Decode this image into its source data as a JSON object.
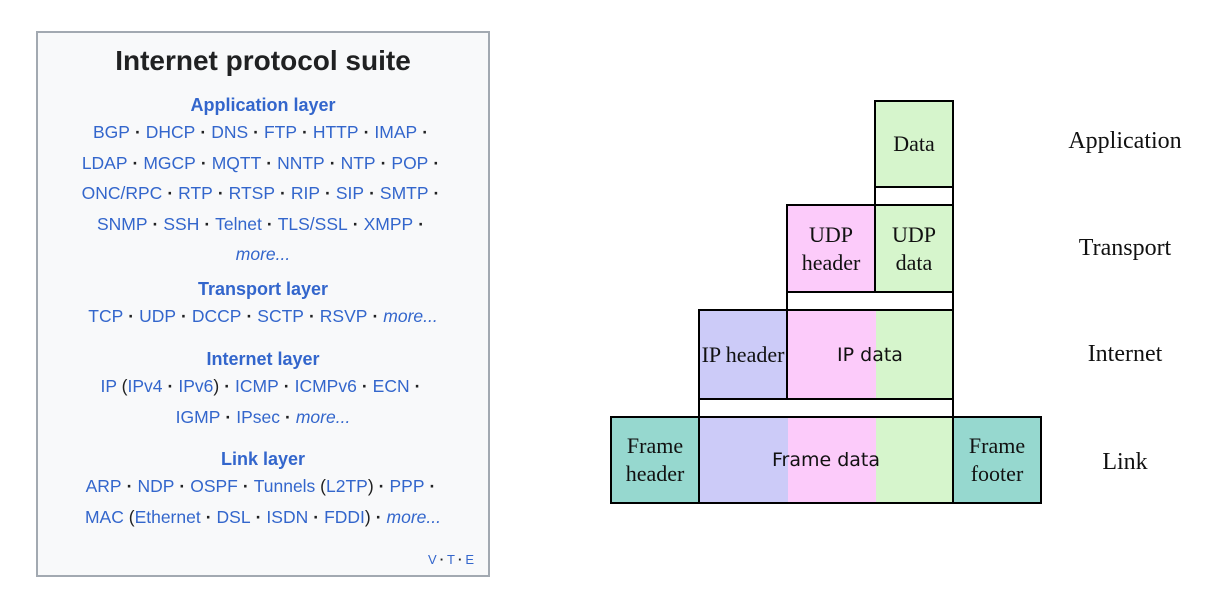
{
  "navbox": {
    "title": "Internet protocol suite",
    "sections": [
      {
        "heading": "Application layer",
        "lines": [
          [
            {
              "t": "link",
              "v": "BGP"
            },
            {
              "t": "sep"
            },
            {
              "t": "link",
              "v": "DHCP"
            },
            {
              "t": "sep"
            },
            {
              "t": "link",
              "v": "DNS"
            },
            {
              "t": "sep"
            },
            {
              "t": "link",
              "v": "FTP"
            },
            {
              "t": "sep"
            },
            {
              "t": "link",
              "v": "HTTP"
            },
            {
              "t": "sep"
            },
            {
              "t": "link",
              "v": "IMAP"
            },
            {
              "t": "sep"
            }
          ],
          [
            {
              "t": "link",
              "v": "LDAP"
            },
            {
              "t": "sep"
            },
            {
              "t": "link",
              "v": "MGCP"
            },
            {
              "t": "sep"
            },
            {
              "t": "link",
              "v": "MQTT"
            },
            {
              "t": "sep"
            },
            {
              "t": "link",
              "v": "NNTP"
            },
            {
              "t": "sep"
            },
            {
              "t": "link",
              "v": "NTP"
            },
            {
              "t": "sep"
            },
            {
              "t": "link",
              "v": "POP"
            },
            {
              "t": "sep"
            }
          ],
          [
            {
              "t": "link",
              "v": "ONC/RPC"
            },
            {
              "t": "sep"
            },
            {
              "t": "link",
              "v": "RTP"
            },
            {
              "t": "sep"
            },
            {
              "t": "link",
              "v": "RTSP"
            },
            {
              "t": "sep"
            },
            {
              "t": "link",
              "v": "RIP"
            },
            {
              "t": "sep"
            },
            {
              "t": "link",
              "v": "SIP"
            },
            {
              "t": "sep"
            },
            {
              "t": "link",
              "v": "SMTP"
            },
            {
              "t": "sep"
            }
          ],
          [
            {
              "t": "link",
              "v": "SNMP"
            },
            {
              "t": "sep"
            },
            {
              "t": "link",
              "v": "SSH"
            },
            {
              "t": "sep"
            },
            {
              "t": "link",
              "v": "Telnet"
            },
            {
              "t": "sep"
            },
            {
              "t": "link",
              "v": "TLS/SSL"
            },
            {
              "t": "sep"
            },
            {
              "t": "link",
              "v": "XMPP"
            },
            {
              "t": "sep"
            }
          ],
          [
            {
              "t": "more",
              "v": "more..."
            }
          ]
        ]
      },
      {
        "heading": "Transport layer",
        "lines": [
          [
            {
              "t": "link",
              "v": "TCP"
            },
            {
              "t": "sep"
            },
            {
              "t": "link",
              "v": "UDP"
            },
            {
              "t": "sep"
            },
            {
              "t": "link",
              "v": "DCCP"
            },
            {
              "t": "sep"
            },
            {
              "t": "link",
              "v": "SCTP"
            },
            {
              "t": "sep"
            },
            {
              "t": "link",
              "v": "RSVP"
            },
            {
              "t": "sep"
            },
            {
              "t": "more",
              "v": "more..."
            }
          ]
        ]
      },
      {
        "heading": "Internet layer",
        "lines": [
          [
            {
              "t": "link",
              "v": "IP"
            },
            {
              "t": "text",
              "v": " ("
            },
            {
              "t": "link",
              "v": "IPv4"
            },
            {
              "t": "sep"
            },
            {
              "t": "link",
              "v": "IPv6"
            },
            {
              "t": "text",
              "v": ")"
            },
            {
              "t": "sep"
            },
            {
              "t": "link",
              "v": "ICMP"
            },
            {
              "t": "sep"
            },
            {
              "t": "link",
              "v": "ICMPv6"
            },
            {
              "t": "sep"
            },
            {
              "t": "link",
              "v": "ECN"
            },
            {
              "t": "sep"
            }
          ],
          [
            {
              "t": "link",
              "v": "IGMP"
            },
            {
              "t": "sep"
            },
            {
              "t": "link",
              "v": "IPsec"
            },
            {
              "t": "sep"
            },
            {
              "t": "more",
              "v": "more..."
            }
          ]
        ]
      },
      {
        "heading": "Link layer",
        "lines": [
          [
            {
              "t": "link",
              "v": "ARP"
            },
            {
              "t": "sep"
            },
            {
              "t": "link",
              "v": "NDP"
            },
            {
              "t": "sep"
            },
            {
              "t": "link",
              "v": "OSPF"
            },
            {
              "t": "sep"
            },
            {
              "t": "link",
              "v": "Tunnels"
            },
            {
              "t": "text",
              "v": " ("
            },
            {
              "t": "link",
              "v": "L2TP"
            },
            {
              "t": "text",
              "v": ")"
            },
            {
              "t": "sep"
            },
            {
              "t": "link",
              "v": "PPP"
            },
            {
              "t": "sep"
            }
          ],
          [
            {
              "t": "link",
              "v": "MAC"
            },
            {
              "t": "text",
              "v": " ("
            },
            {
              "t": "link",
              "v": "Ethernet"
            },
            {
              "t": "sep"
            },
            {
              "t": "link",
              "v": "DSL"
            },
            {
              "t": "sep"
            },
            {
              "t": "link",
              "v": "ISDN"
            },
            {
              "t": "sep"
            },
            {
              "t": "link",
              "v": "FDDI"
            },
            {
              "t": "text",
              "v": ")"
            },
            {
              "t": "sep"
            },
            {
              "t": "more",
              "v": "more..."
            }
          ]
        ]
      }
    ],
    "separator": "·",
    "vte": {
      "v": "V",
      "t": "T",
      "e": "E",
      "dot": "·"
    }
  },
  "diagram": {
    "layers": {
      "application": "Application",
      "transport": "Transport",
      "internet": "Internet",
      "link": "Link"
    },
    "blocks": {
      "data": "Data",
      "udp_header": "UDP header",
      "udp_data": "UDP data",
      "ip_header": "IP header",
      "ip_data": "IP data",
      "frame_header": "Frame header",
      "frame_data": "Frame data",
      "frame_footer": "Frame footer"
    },
    "colors": {
      "data": "#d6f5cc",
      "udp": "#fccbfa",
      "ip": "#cccbf8",
      "frame": "#96d8cf",
      "outline": "#000000"
    }
  }
}
